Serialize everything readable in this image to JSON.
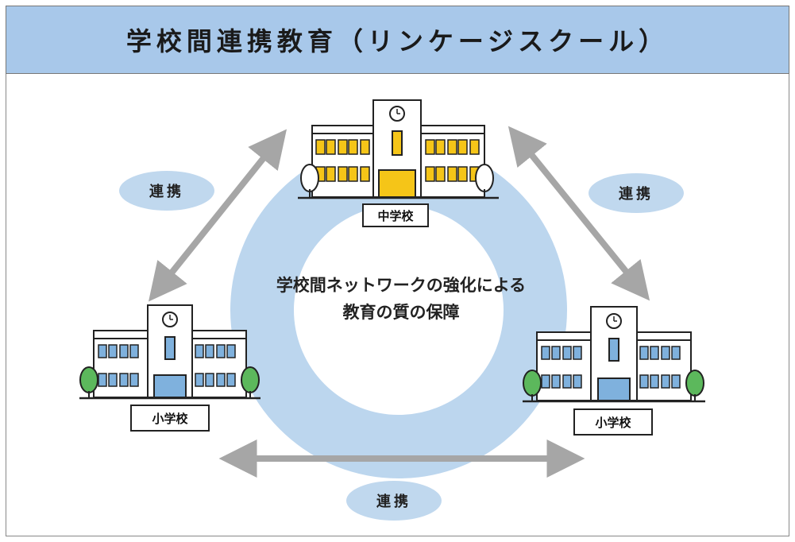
{
  "title": "学校間連携教育（リンケージスクール）",
  "center": {
    "line1": "学校間ネットワークの強化による",
    "line2": "教育の質の保障"
  },
  "schools": {
    "junior_high": "中学校",
    "elementary_left": "小学校",
    "elementary_right": "小学校"
  },
  "links": {
    "left": "連携",
    "right": "連携",
    "bottom": "連携"
  },
  "colors": {
    "title_bg": "#a8c8ea",
    "ring": "#bcd6ee",
    "arrow": "#a6a6a6",
    "jhs_windows": "#f5c518",
    "es_windows": "#7fb1dd",
    "tree": "#5cb85c"
  }
}
